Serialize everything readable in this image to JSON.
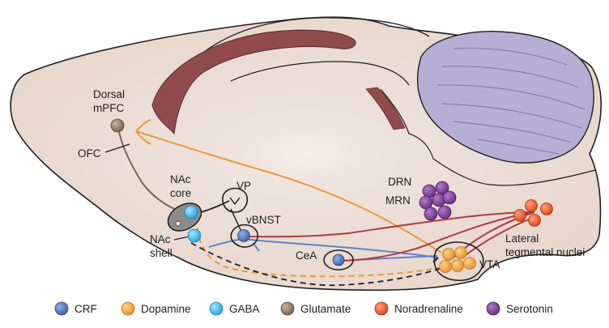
{
  "labels": {
    "dorsal_mpfc_line1": "Dorsal",
    "dorsal_mpfc_line2": "mPFC",
    "ofc": "OFC",
    "nac_core_line1": "NAc",
    "nac_core_line2": "core",
    "nac_shell_line1": "NAc",
    "nac_shell_line2": "shell",
    "vp": "VP",
    "vbnst": "vBNST",
    "cea": "CeA",
    "drn": "DRN",
    "mrn": "MRN",
    "vta": "VTA",
    "lateral_tegmental_line1": "Lateral",
    "lateral_tegmental_line2": "tegmental nuclei"
  },
  "legend": [
    {
      "label": "CRF",
      "color": "#4f72b8"
    },
    {
      "label": "Dopamine",
      "color": "#eea43c"
    },
    {
      "label": "GABA",
      "color": "#3cb6ec"
    },
    {
      "label": "Glutamate",
      "color": "#8b7560"
    },
    {
      "label": "Noradrenaline",
      "color": "#e5532f"
    },
    {
      "label": "Serotonin",
      "color": "#7d3a94"
    }
  ],
  "colors": {
    "brain": "#ecdcd2",
    "cortex_band": "#914a4e",
    "cerebellum": "#b7aed6",
    "crf_line": "#5b85c8",
    "dopamine_line": "#ea9a38",
    "noradrenaline_line": "#b23a44",
    "glutamate_line": "#7e6350"
  }
}
